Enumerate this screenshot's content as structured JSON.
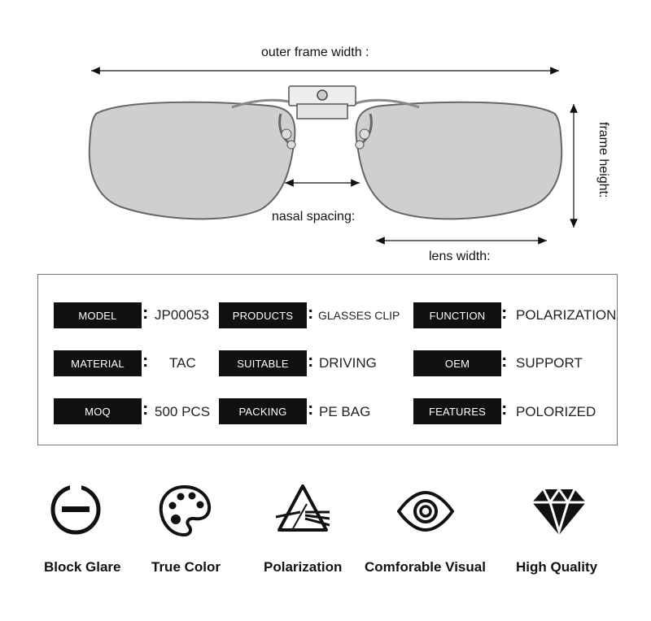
{
  "dimensions": {
    "outer_frame_width": "outer frame width :",
    "frame_height": "frame height:",
    "nasal_spacing": "nasal spacing:",
    "lens_width": "lens width:"
  },
  "specs": {
    "model": {
      "label": "MODEL",
      "value": "JP00053"
    },
    "products": {
      "label": "PRODUCTS",
      "value": "GLASSES CLIP"
    },
    "function": {
      "label": "FUNCTION",
      "value": "POLARIZATION"
    },
    "material": {
      "label": "MATERIAL",
      "value": "TAC"
    },
    "suitable": {
      "label": "SUITABLE",
      "value": "DRIVING"
    },
    "oem": {
      "label": "OEM",
      "value": "SUPPORT"
    },
    "moq": {
      "label": "MOQ",
      "value": "500 PCS"
    },
    "packing": {
      "label": "PACKING",
      "value": "PE BAG"
    },
    "features": {
      "label": "FEATURES",
      "value": "POLORIZED"
    }
  },
  "feature_icons": [
    {
      "label": "Block Glare",
      "icon": "block-glare-icon"
    },
    {
      "label": "True Color",
      "icon": "palette-icon"
    },
    {
      "label": "Polarization",
      "icon": "prism-icon"
    },
    {
      "label": "Comforable Visual",
      "icon": "eye-icon"
    },
    {
      "label": "High Quality",
      "icon": "diamond-icon"
    }
  ],
  "colors": {
    "tag_bg": "#111111",
    "lens": "#cfcfcf",
    "border": "#777777"
  }
}
